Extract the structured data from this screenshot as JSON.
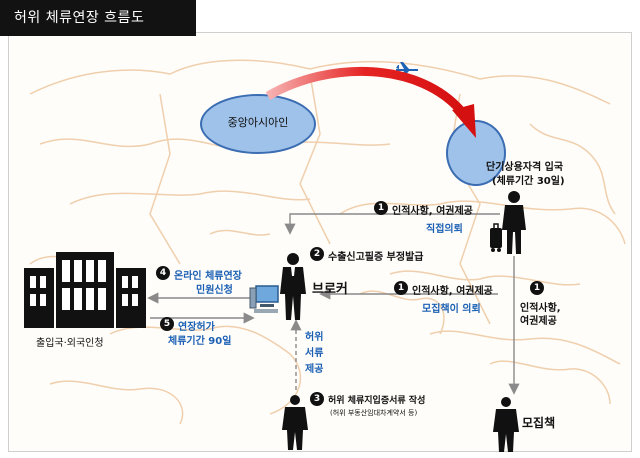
{
  "title": "허위 체류연장 흐름도",
  "central_asia_label": "중앙아시아인",
  "entry_label_line1": "단기상용자격 입국",
  "entry_label_line2": "(체류기간 30일)",
  "broker_label": "브로커",
  "recruiter_label": "모집책",
  "office_label": "출입국·외국인청",
  "step1_top": {
    "num": "1",
    "text": "인적사항, 여권제공",
    "sub": "직접의뢰"
  },
  "step1_mid": {
    "num": "1",
    "text": "인적사항, 여권제공",
    "sub": "모집책이 의뢰"
  },
  "step1_right": {
    "num": "1",
    "line1": "인적사항,",
    "line2": "여권제공"
  },
  "step2": {
    "num": "2",
    "text": "수출신고필증 부정발급"
  },
  "step3": {
    "num": "3",
    "text": "허위 체류지입증서류 작성",
    "sub": "(허위 부동산임대차계약서 등)"
  },
  "step4": {
    "num": "4",
    "line1": "온라인 체류연장",
    "line2": "민원신청"
  },
  "step5": {
    "num": "5",
    "line1": "연장허가",
    "line2": "체류기간 90일"
  },
  "fake_docs": {
    "line1": "허위",
    "line2": "서류",
    "line3": "제공"
  },
  "colors": {
    "blue": "#1a5fb4",
    "red": "#d91e1e",
    "map": "#f0d2b4"
  }
}
